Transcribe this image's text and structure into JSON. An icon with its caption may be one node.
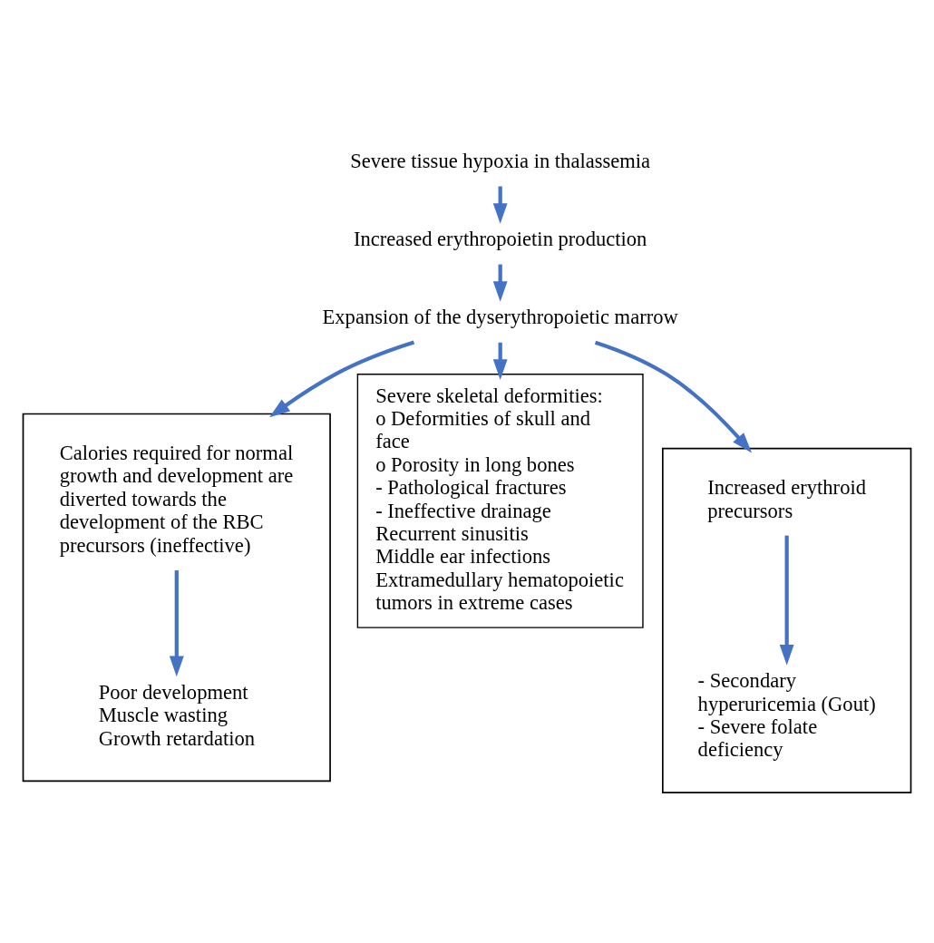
{
  "diagram": {
    "nodes": [
      {
        "text": [
          "Severe tissue hypoxia in thalassemia"
        ]
      },
      {
        "text": [
          "Increased erythropoietin production"
        ]
      },
      {
        "text": [
          "Expansion of the dyserythropoietic marrow"
        ]
      },
      {
        "text": [],
        "shape": "box"
      },
      {
        "text": [
          "Calories required for normal growth and development are diverted towards the development of the RBC precursors (ineffective)"
        ],
        "in": 3
      },
      {
        "text": [
          "Poor development",
          "Muscle wasting",
          "Growth retardation"
        ],
        "in": 3
      },
      {
        "text": [
          "Severe skeletal deformities:",
          "o Deformities of skull and face",
          "o Porosity in long bones",
          "- Pathological fractures",
          "- Ineffective drainage",
          "Recurrent sinusitis",
          "Middle ear infections",
          "Extramedullary hematopoietic tumors in extreme cases"
        ]
      },
      {
        "text": [],
        "shape": "box"
      },
      {
        "text": [
          "Increased erythroid precursors"
        ],
        "in": 7
      },
      {
        "text": [
          "- Secondary hyperuricemia (Gout)",
          "- Severe folate deficiency"
        ],
        "in": 7
      }
    ],
    "edges": [
      {
        "from": 0,
        "to": 1,
        "arrow": "to"
      },
      {
        "from": 1,
        "to": 2,
        "arrow": "to"
      },
      {
        "from": 2,
        "to": 3,
        "arrow": "to"
      },
      {
        "from": 2,
        "to": 6,
        "arrow": "to"
      },
      {
        "from": 2,
        "to": 7,
        "arrow": "to"
      },
      {
        "from": 4,
        "to": 5,
        "arrow": "to"
      },
      {
        "from": 8,
        "to": 9,
        "arrow": "to"
      }
    ]
  }
}
